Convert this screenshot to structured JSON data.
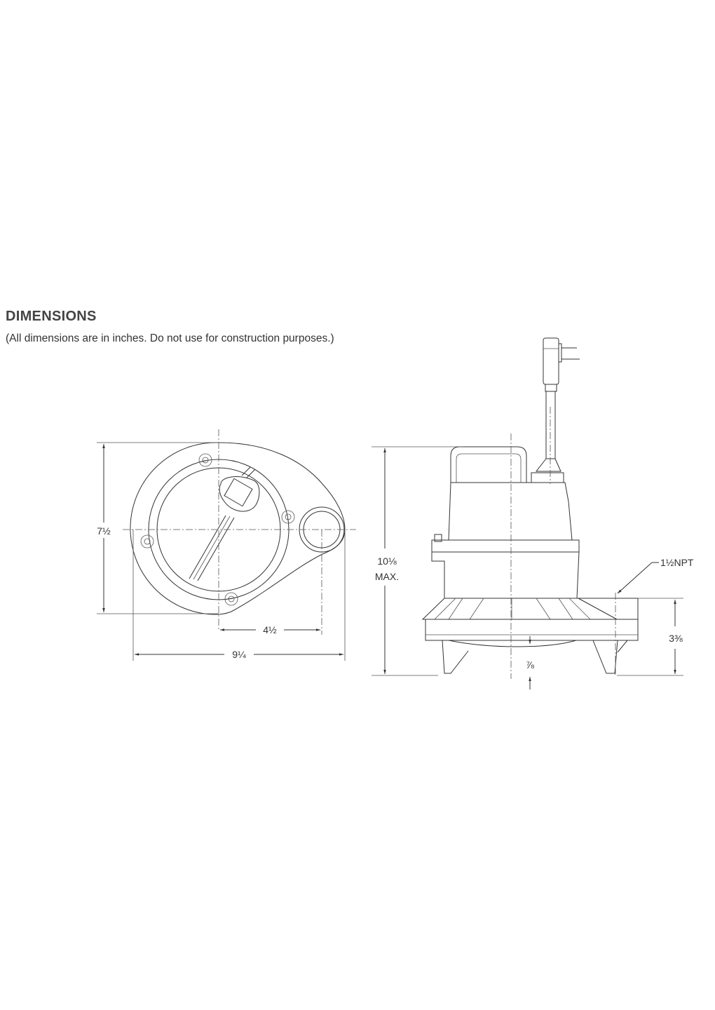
{
  "section": {
    "title": "DIMENSIONS",
    "note": "(All dimensions are in inches. Do not use for construction purposes.)"
  },
  "top_view": {
    "height_label": "7½",
    "discharge_offset_label": "4½",
    "width_label": "9¼"
  },
  "side_view": {
    "height_label": "10⅛",
    "height_suffix": "MAX.",
    "discharge_label": "1½NPT",
    "discharge_height_label": "3⅜",
    "clearance_label": "⅞"
  }
}
